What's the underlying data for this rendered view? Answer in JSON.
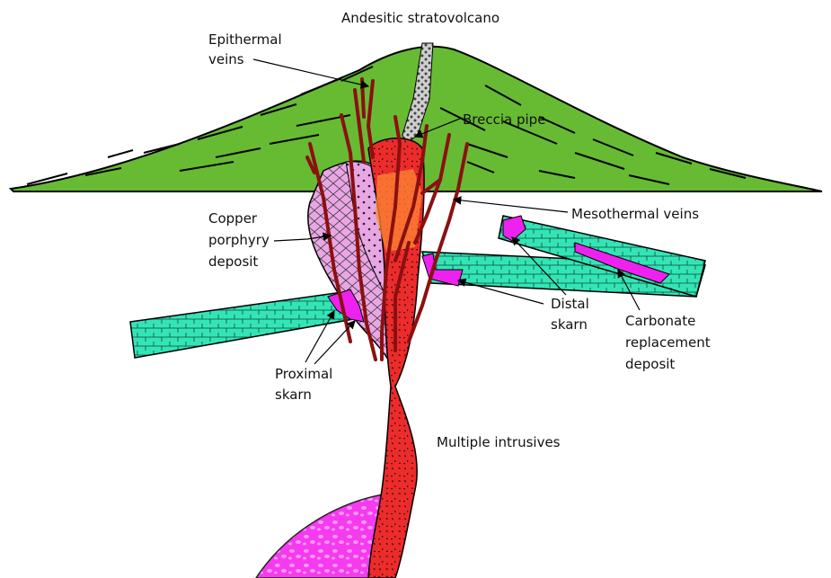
{
  "labels": {
    "andesitic_stratovolcano": "Andesitic stratovolcano",
    "epithermal_veins_1": "Epithermal",
    "epithermal_veins_2": "veins",
    "breccia_pipe": "Breccia pipe",
    "copper_porphyry_1": "Copper",
    "copper_porphyry_2": "porphyry",
    "copper_porphyry_3": "deposit",
    "mesothermal_veins": "Mesothermal veins",
    "distal_skarn_1": "Distal",
    "distal_skarn_2": "skarn",
    "carbonate_1": "Carbonate",
    "carbonate_2": "replacement",
    "carbonate_3": "deposit",
    "proximal_skarn_1": "Proximal",
    "proximal_skarn_2": "skarn",
    "multiple_intrusives": "Multiple intrusives"
  },
  "colors": {
    "volcano": "#66bb33",
    "intrusive": "#ee2b2b",
    "porphyry": "#e9a6e4",
    "skarn": "#ee22ee",
    "carbonate": "#33e5b5",
    "vein": "#8b1010",
    "breccia": "#bdbdbd",
    "breccia_zone": "#ff8833",
    "batholith": "#f53af0"
  }
}
